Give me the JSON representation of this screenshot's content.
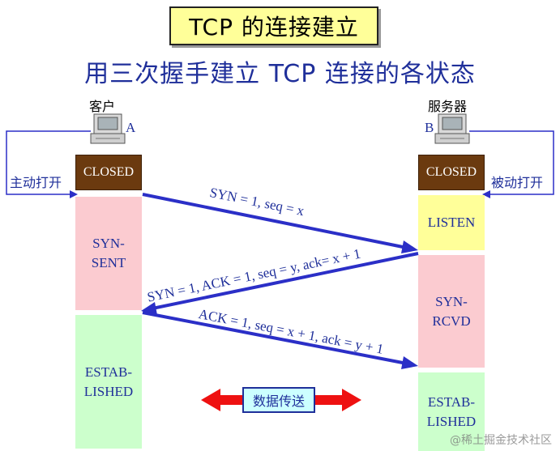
{
  "title": "TCP 的连接建立",
  "subtitle": "用三次握手建立 TCP 连接的各状态",
  "client": {
    "label": "客户",
    "node": "A",
    "action": "主动打开",
    "states": {
      "closed": "CLOSED",
      "syn_sent": "SYN-\nSENT",
      "established": "ESTAB-\nLISHED"
    }
  },
  "server": {
    "label": "服务器",
    "node": "B",
    "action": "被动打开",
    "states": {
      "closed": "CLOSED",
      "listen": "LISTEN",
      "syn_rcvd": "SYN-\nRCVD",
      "established": "ESTAB-\nLISHED"
    }
  },
  "messages": {
    "syn": "SYN = 1, seq = x",
    "syn_ack": "SYN = 1, ACK = 1, seq = y, ack= x + 1",
    "ack": "ACK = 1, seq = x + 1, ack = y + 1"
  },
  "data_transfer": "数据传送",
  "watermark": "@稀土掘金技术社区",
  "colors": {
    "title_bg": "#ffff99",
    "text_blue": "#1f2f9a",
    "closed_bg": "#6b3a0f",
    "syn_state_bg": "#fbcbd0",
    "established_bg": "#ccffcc",
    "listen_bg": "#ffff99",
    "transfer_arrow": "#ee1111"
  }
}
